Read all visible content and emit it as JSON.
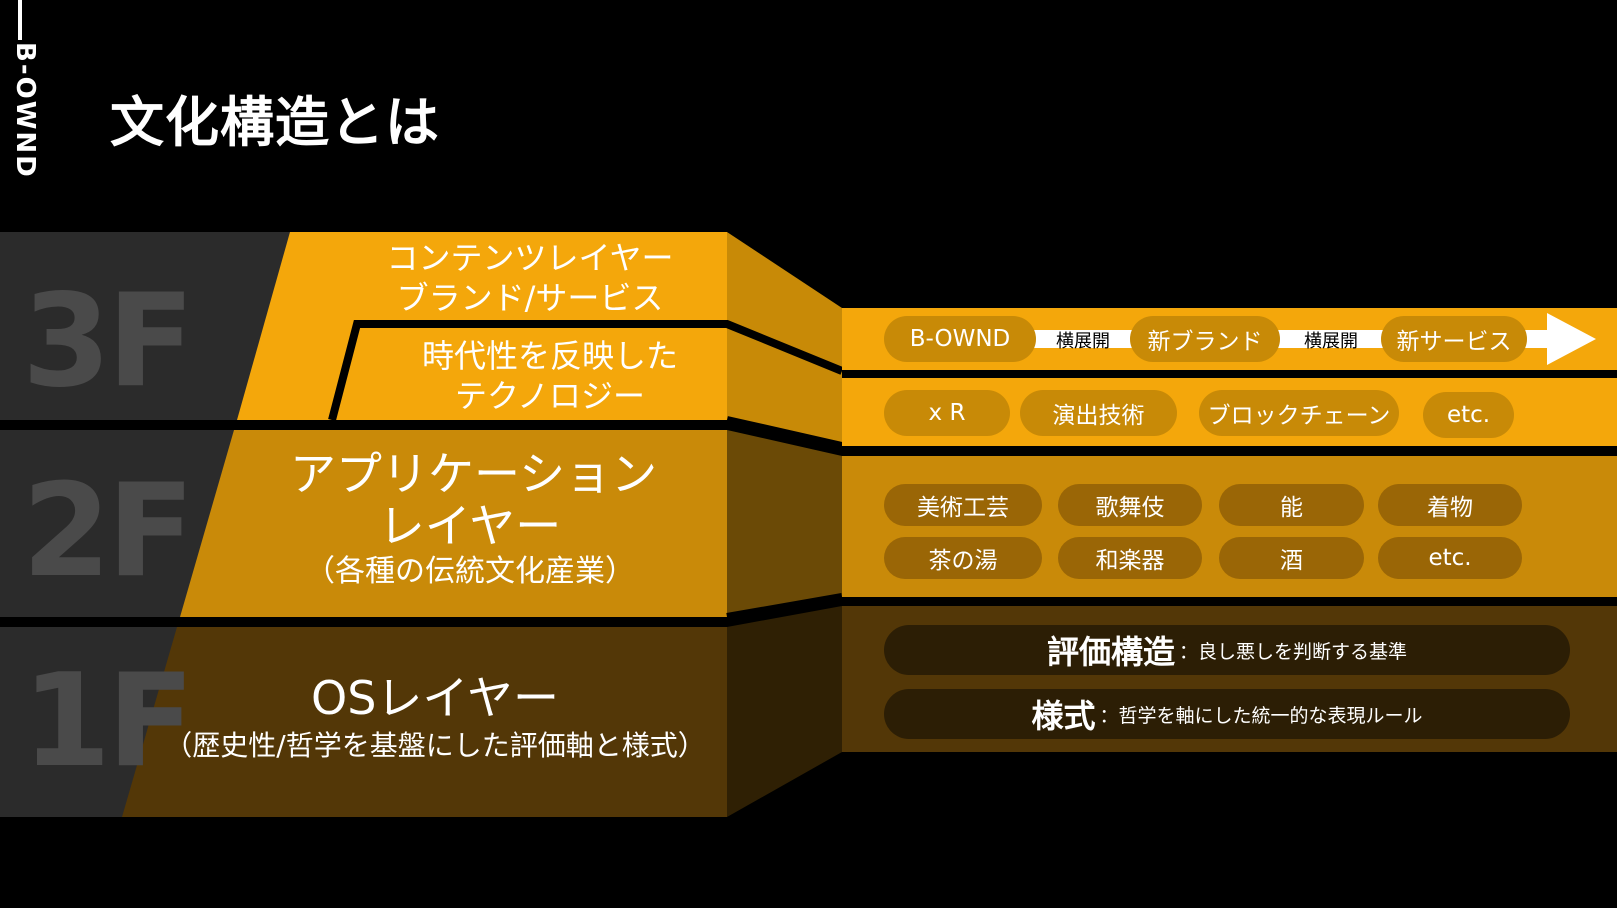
{
  "brand": "B-OWND",
  "title": "文化構造とは",
  "floors": {
    "f3": "3F",
    "f2": "2F",
    "f1": "1F"
  },
  "layers": {
    "contents": [
      "コンテンツレイヤー",
      "ブランド/サービス"
    ],
    "tech": [
      "時代性を反映した",
      "テクノロジー"
    ],
    "application": [
      "アプリケーション",
      "レイヤー",
      "（各種の伝統文化産業）"
    ],
    "os": [
      "OSレイヤー",
      "（歴史性/哲学を基盤にした評価軸と様式）"
    ]
  },
  "brand_row": {
    "items": [
      "B-OWND",
      "新ブランド",
      "新サービス"
    ],
    "connectors": [
      "横展開",
      "横展開"
    ]
  },
  "tech_row": [
    "x R",
    "演出技術",
    "ブロックチェーン",
    "etc."
  ],
  "app_rows": [
    [
      "美術工芸",
      "歌舞伎",
      "能",
      "着物"
    ],
    [
      "茶の湯",
      "和楽器",
      "酒",
      "etc."
    ]
  ],
  "os_rows": [
    {
      "term": "評価構造",
      "desc": "：良し悪しを判断する基準"
    },
    {
      "term": "様式",
      "desc": "：哲学を軸にした統一的な表現ルール"
    }
  ],
  "colors": {
    "gold": "#f4a70b",
    "gold_side": "#c88a07",
    "app_front": "#c98a09",
    "app_side": "#6b4a06",
    "os_front": "#533707",
    "os_side": "#2f2004",
    "floor_bg": "#2b2b2b",
    "floor_text": "#4a4a4a"
  }
}
